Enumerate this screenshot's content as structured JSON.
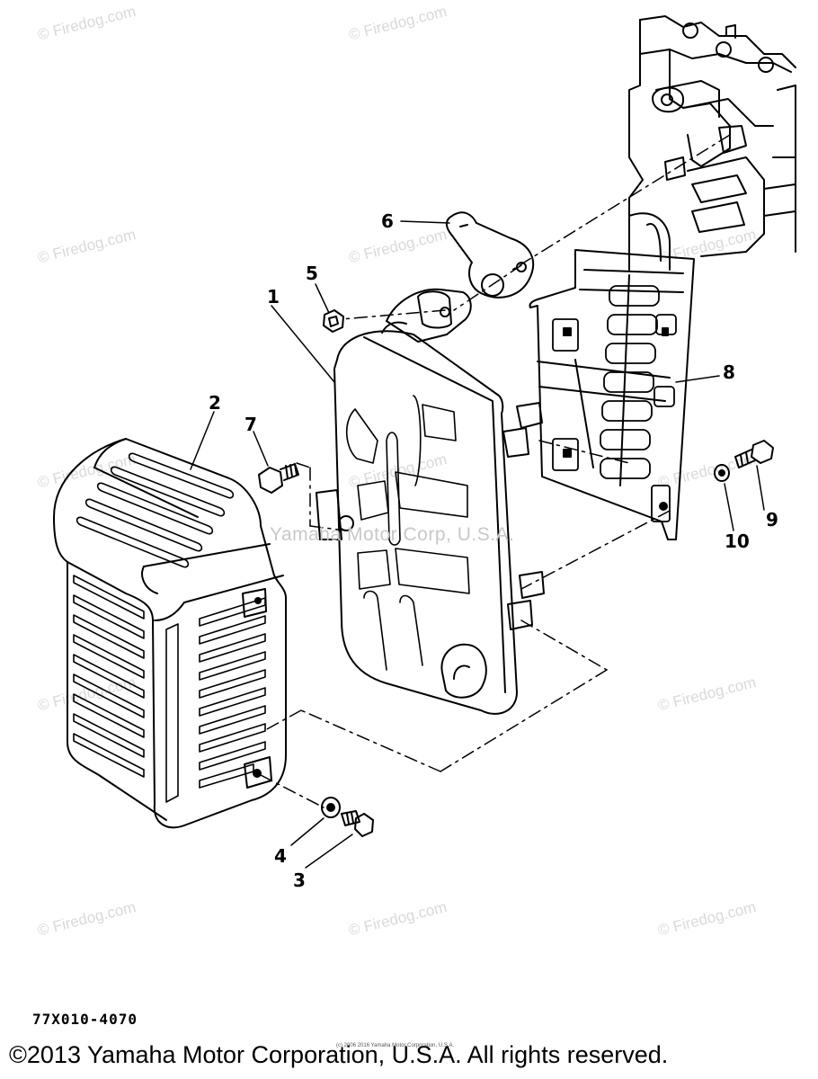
{
  "watermark": {
    "text": "© Firedog.com",
    "center_text": "Yamaha Motor Corp, U.S.A."
  },
  "callouts": {
    "muffler": "1",
    "muffler_cover": "2",
    "bolt_lower": "3",
    "washer_lower": "4",
    "nut": "5",
    "gasket": "6",
    "bolt_cover": "7",
    "heat_shield": "8",
    "bolt_shield": "9",
    "washer_shield": "10"
  },
  "part_code": "77X010-4070",
  "small_note": "(c) 2006 2016 Yamaha Motor Corporation, U.S.A.",
  "copyright": "©2013 Yamaha Motor Corporation, U.S.A. All rights reserved.",
  "colors": {
    "line": "#000000",
    "watermark": "#d9d9d9"
  }
}
